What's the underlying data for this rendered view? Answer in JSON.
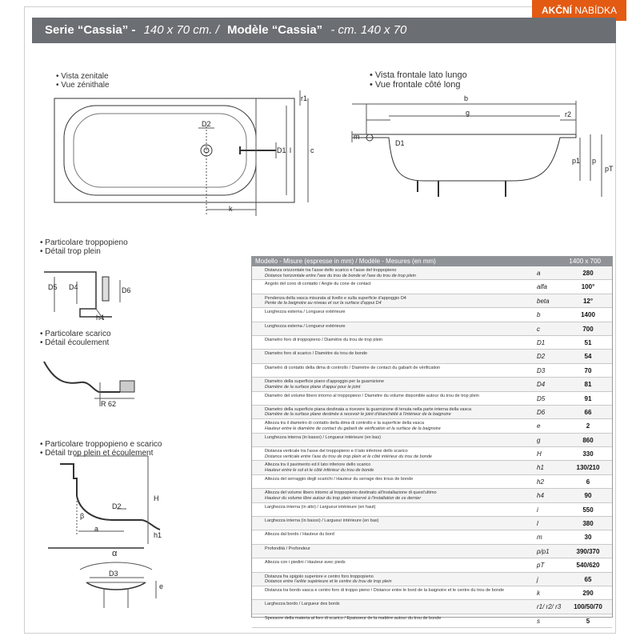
{
  "badge": {
    "strong": "AKČNÍ",
    "rest": " NABÍDKA"
  },
  "header": {
    "serie": "Serie “Cassia”  -",
    "dim": "140 x 70 cm. /",
    "modele": "Modèle “Cassia”",
    "dim2": "-  cm. 140 x 70"
  },
  "views": {
    "top": [
      "Vista zenitale",
      "Vue zénithale"
    ],
    "front": [
      "Vista frontale lato lungo",
      "Vue frontale côté long"
    ],
    "overflow": [
      "Particolare troppopieno",
      "Détail trop plein"
    ],
    "drain": [
      "Particolare scarico",
      "Détail écoulement"
    ],
    "both": [
      "Particolare troppopieno e scarico",
      "Détail trop plein et écoulement"
    ]
  },
  "symbols": {
    "D2": "D2",
    "D1": "D1",
    "l": "l",
    "c": "c",
    "r1": "r1",
    "k": "k",
    "b": "b",
    "g": "g",
    "r2": "r2",
    "m": "m",
    "p1": "p1",
    "p": "p",
    "pT": "pT",
    "D5": "D5",
    "D4": "D4",
    "D6": "D6",
    "h4": "h4",
    "R62": "R 62",
    "H": "H",
    "h1": "h1",
    "beta": "β",
    "a": "a",
    "alpha": "α",
    "D3": "D3",
    "e": "e"
  },
  "table": {
    "head": "Modello - Misure (espresse in mm) /  Modèle - Mesures (en mm)",
    "size": "1400 x 700",
    "rows": [
      {
        "it": "Distanza orizzontale tra l'asse dello scarico e l'asse del troppopieno",
        "fr": "Distance horizontale entre l'axe du trou de bonde et l'axe du trou de trop plein",
        "sym": "a",
        "val": "280"
      },
      {
        "it": "Angolo del cono di contatto / Angle du cone de contact",
        "fr": "",
        "sym": "alfa",
        "val": "100°"
      },
      {
        "it": "Pendenza della vasca misurata al livello e sulla superficie d'appoggio D4",
        "fr": "Pente de la baignoire au niveau et sur la surface d'appui D4",
        "sym": "beta",
        "val": "12°"
      },
      {
        "it": "Lunghezza esterna / Longueur extérieure",
        "fr": "",
        "sym": "b",
        "val": "1400"
      },
      {
        "it": "Lunghezza esterna / Longueur extérieure",
        "fr": "",
        "sym": "c",
        "val": "700"
      },
      {
        "it": "Diametro foro di troppopieno / Diamètre du trou de trop plein",
        "fr": "",
        "sym": "D1",
        "val": "51"
      },
      {
        "it": "Diametro foro di scarico / Diamètre du trou de bonde",
        "fr": "",
        "sym": "D2",
        "val": "54"
      },
      {
        "it": "Diametro di contatto della dima di controllo / Diamètre de contact du gabarit de vérification",
        "fr": "",
        "sym": "D3",
        "val": "70"
      },
      {
        "it": "Diametro della superficie piano d'appoggio per la guarnizione",
        "fr": "Diamètre de la surface plane d'appui pour le joint",
        "sym": "D4",
        "val": "81"
      },
      {
        "it": "Diametro del volume libero intorno al troppopieno / Diamètre du volume disponible autour du trou de trop plein",
        "fr": "",
        "sym": "D5",
        "val": "91"
      },
      {
        "it": "Diametro della superficie piana destinata a ricevere la guarnizione di tenuta nella parte interna della vasca",
        "fr": "Diamètre de la surface plane destinée à recevoir le joint d'étanchéité à l'intérieur de la baignoire",
        "sym": "D6",
        "val": "66"
      },
      {
        "it": "Altezza tra il diametro di contatto della dima di controllo e la superficie della vasca",
        "fr": "Hauteur entre le diamètre  de contact du gabarit de vérification et la surface de la baignoire",
        "sym": "e",
        "val": "2"
      },
      {
        "it": "Lunghezza interna (in basso) / Longueur intérieure (en bas)",
        "fr": "",
        "sym": "g",
        "val": "860"
      },
      {
        "it": "Distanza verticale tra l'asse del troppopieno e il lato inferiore dello scarico",
        "fr": "Distance verticale entre l'axe du trou de trop plein et le côté intérieur du trou de bonde",
        "sym": "H",
        "val": "330"
      },
      {
        "it": "Altezza tra il pavimento ed il lato inferiore dello scarico",
        "fr": "Hauteur entre le sol et le côté inférieur du trou de bonde",
        "sym": "h1",
        "val": "130/210"
      },
      {
        "it": "Altezza del serraggio degli scarichi / Hauteur du serrage des trous de bonde",
        "fr": "",
        "sym": "h2",
        "val": "6"
      },
      {
        "it": "Altezza del volume libero intorno al troppopieno destinato all'installazione di quest'ultimo",
        "fr": "Hauteur du volume libre autour du trop plein réservé à l'installation de ce dernier",
        "sym": "h4",
        "val": "90"
      },
      {
        "it": "Larghezza interna (in alto) / Largueur intérieure (en haut)",
        "fr": "",
        "sym": "i",
        "val": "550"
      },
      {
        "it": "Larghezza interna (in basso) / Largueur intérieure (en bas)",
        "fr": "",
        "sym": "l",
        "val": "380"
      },
      {
        "it": "Altezza dal bordo / Hauteur du bord",
        "fr": "",
        "sym": "m",
        "val": "30"
      },
      {
        "it": "Profondità / Profondeur",
        "fr": "",
        "sym": "p/p1",
        "val": "390/370"
      },
      {
        "it": "Altezza con i piedini / Hauteur avec pieds",
        "fr": "",
        "sym": "pT",
        "val": "540/620"
      },
      {
        "it": "Distanza fra spigolo superiore e centro foro troppopieno",
        "fr": "Distance entre l'arête supérieure et le centre du trou de trop plein",
        "sym": "j",
        "val": "65"
      },
      {
        "it": "Distanza tra bordo vasca e centro foro di troppo pieno / Distance entre le bord de la baignoire et le centre du trou de bonde",
        "fr": "",
        "sym": "k",
        "val": "290"
      },
      {
        "it": "Larghezza bordo / Largueur des bords",
        "fr": "",
        "sym": "r1/ r2/ r3",
        "val": "100/50/70"
      },
      {
        "it": "Spessore della materia al foro di scarico / Epaisseur de la matière autour du trou de bonde",
        "fr": "",
        "sym": "s",
        "val": "5"
      }
    ]
  }
}
